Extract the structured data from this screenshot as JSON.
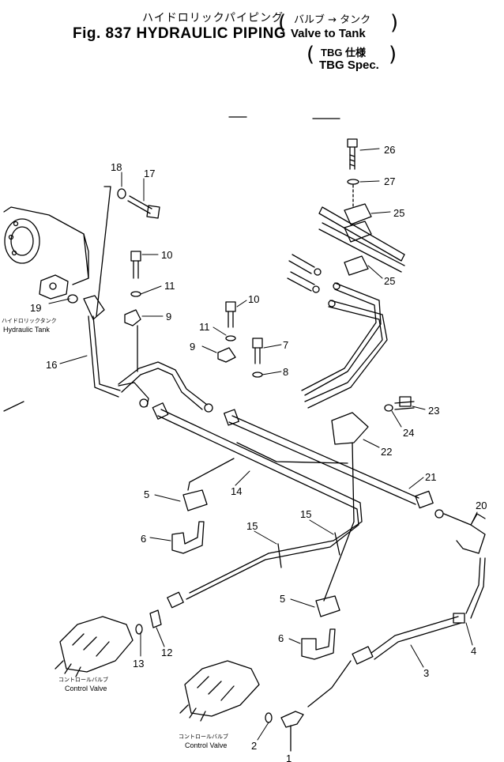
{
  "title": {
    "jp": "ハイドロリックパイピング",
    "fig": "Fig. 837",
    "main": "HYDRAULIC PIPING",
    "route_jp": "バルブ → タンク",
    "route_en": "Valve to Tank",
    "spec_jp": "TBG 仕様",
    "spec_en": "TBG Spec."
  },
  "labels": {
    "hydraulic_tank_jp": "ハイドロリックタンク",
    "hydraulic_tank_en": "Hydraulic Tank",
    "control_valve_jp": "コントロールバルブ",
    "control_valve_en": "Control Valve"
  },
  "part_numbers": [
    "26",
    "27",
    "25",
    "25",
    "18",
    "17",
    "10",
    "11",
    "9",
    "10",
    "11",
    "9",
    "7",
    "8",
    "19",
    "16",
    "23",
    "24",
    "22",
    "21",
    "20",
    "5",
    "14",
    "15",
    "15",
    "6",
    "5",
    "6",
    "13",
    "12",
    "4",
    "3",
    "2",
    "1"
  ]
}
